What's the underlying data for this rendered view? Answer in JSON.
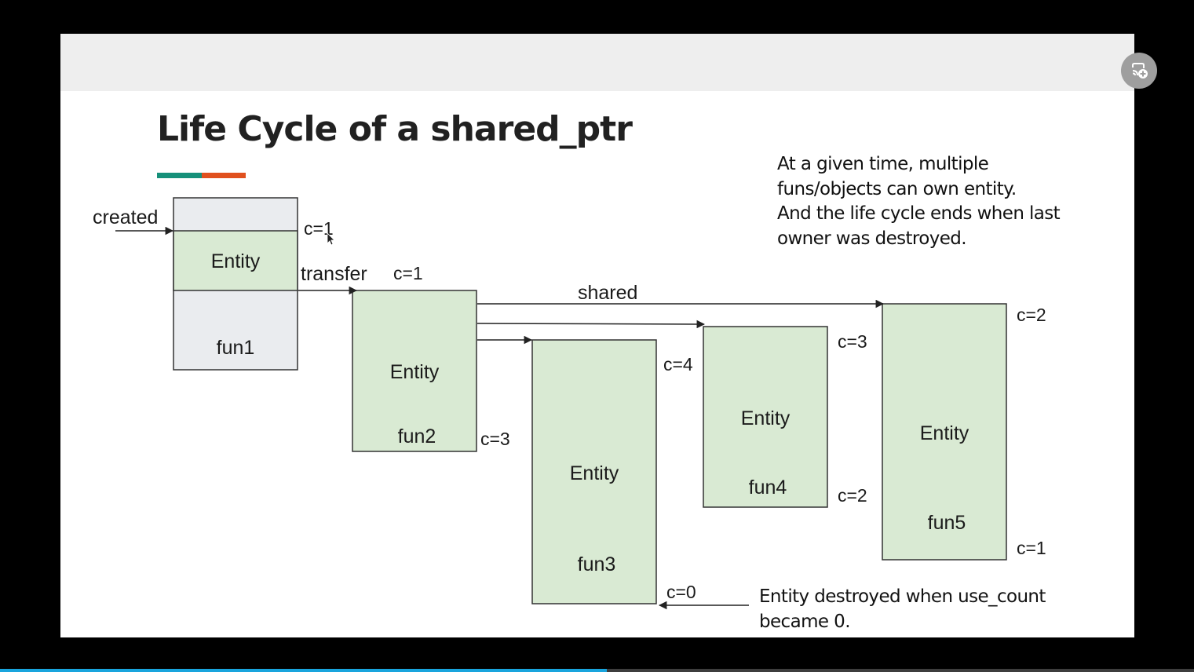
{
  "slide": {
    "title": "Life Cycle of a shared_ptr",
    "accent_colors": [
      "#16907a",
      "#e0501e"
    ],
    "notes": {
      "ownership": [
        "At a given time, multiple",
        "funs/objects can own entity.",
        "And the life cycle ends when last",
        "owner was destroyed."
      ],
      "destroyed": [
        "Entity destroyed when use_count",
        "became 0."
      ]
    }
  },
  "diagram": {
    "colors": {
      "entity_fill": "#d9ead3",
      "frame_fill": "#eaecef",
      "stroke": "#333333"
    },
    "nodes": [
      {
        "id": "fun1",
        "entity_label": "Entity",
        "function_label": "fun1"
      },
      {
        "id": "fun2",
        "entity_label": "Entity",
        "function_label": "fun2"
      },
      {
        "id": "fun3",
        "entity_label": "Entity",
        "function_label": "fun3"
      },
      {
        "id": "fun4",
        "entity_label": "Entity",
        "function_label": "fun4"
      },
      {
        "id": "fun5",
        "entity_label": "Entity",
        "function_label": "fun5"
      }
    ],
    "edges": [
      {
        "from": "",
        "to": "fun1",
        "label": "created"
      },
      {
        "from": "fun1",
        "to": "fun2",
        "label": "transfer"
      },
      {
        "from": "fun2",
        "to": "fun5",
        "label": "shared"
      },
      {
        "from": "fun2",
        "to": "fun4",
        "label": ""
      },
      {
        "from": "fun2",
        "to": "fun3",
        "label": ""
      }
    ],
    "counts": {
      "fun1_top": "c=1",
      "fun2_top": "c=1",
      "fun2_bottom": "c=3",
      "fun3_top": "c=4",
      "fun3_bottom": "c=0",
      "fun4_top": "c=3",
      "fun4_bottom": "c=2",
      "fun5_top": "c=2",
      "fun5_bottom": "c=1"
    }
  },
  "player": {
    "cast_icon": "cast-icon",
    "progress_fraction": 0.508
  }
}
